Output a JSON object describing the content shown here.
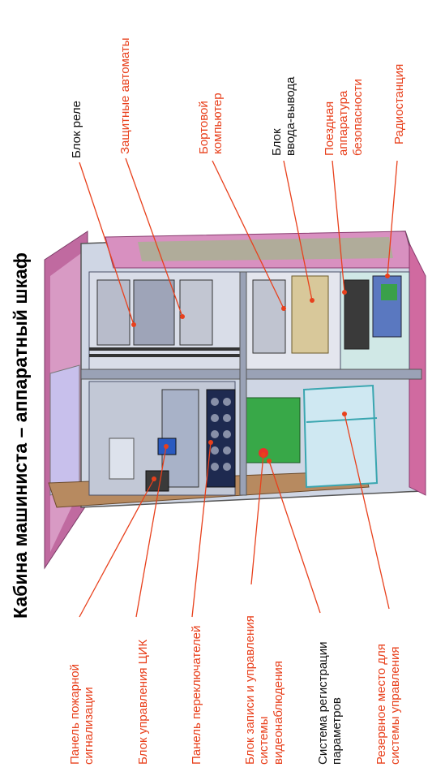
{
  "title": "Кабина машиниста – аппаратный шкаф",
  "colors": {
    "accent": "#e8401c",
    "cabinet_pink": "#c8609c",
    "frame": "#8a94a8"
  },
  "labels_top": [
    {
      "id": "relay",
      "lines": [
        "Блок реле"
      ],
      "color": "black"
    },
    {
      "id": "breakers",
      "lines": [
        "Защитные автоматы"
      ],
      "color": "red"
    },
    {
      "id": "computer",
      "lines": [
        "Бортовой",
        "компьютер"
      ],
      "color": "red"
    },
    {
      "id": "io",
      "lines": [
        "Блок",
        "ввода-вывода"
      ],
      "color": "black"
    },
    {
      "id": "safety",
      "lines": [
        "Поездная",
        "аппаратура",
        "безопасности"
      ],
      "color": "red"
    },
    {
      "id": "radio",
      "lines": [
        "Радиостанция"
      ],
      "color": "red"
    }
  ],
  "labels_bottom": [
    {
      "id": "fire",
      "lines": [
        "Панель пожарной",
        "сигнализации"
      ],
      "color": "red"
    },
    {
      "id": "cik",
      "lines": [
        "Блок управления  ЦИК"
      ],
      "color": "red"
    },
    {
      "id": "switches",
      "lines": [
        "Панель переключателей"
      ],
      "color": "red"
    },
    {
      "id": "video",
      "lines": [
        "Блок записи и управления",
        "системы",
        "видеонаблюдения"
      ],
      "color": "red"
    },
    {
      "id": "params",
      "lines": [
        "Система регистрации",
        "параметров"
      ],
      "color": "black"
    },
    {
      "id": "reserve",
      "lines": [
        "Резервное место для",
        "системы управления"
      ],
      "color": "red"
    }
  ]
}
